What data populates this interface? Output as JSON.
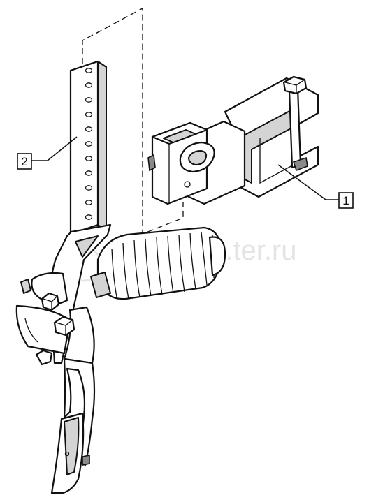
{
  "callouts": [
    {
      "id": "callout-1",
      "label": "1"
    },
    {
      "id": "callout-2",
      "label": "2"
    }
  ],
  "watermark": {
    "text": "...ter.ru"
  },
  "colors": {
    "line": "#111111",
    "shade": "#d4d4d4",
    "paper": "#ffffff"
  }
}
